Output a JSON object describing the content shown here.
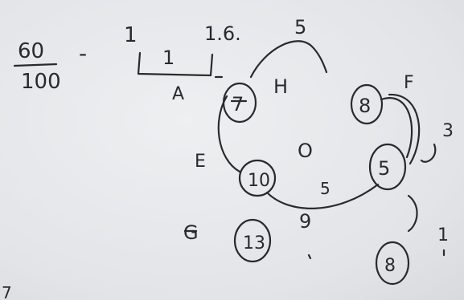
{
  "fraction": {
    "numerator": "60",
    "denominator": "100"
  },
  "dash": "-",
  "ruler": {
    "left": "1",
    "right": "1.6.",
    "middle": "1",
    "label": "A"
  },
  "labels": {
    "arc_weight_top": "5",
    "H": "H",
    "F": "F",
    "E": "E",
    "G": "G",
    "center": "O",
    "weight_bottom": "5",
    "weight_right_top": "3",
    "weight_right_bottom": "1",
    "weight_g13": "9",
    "corner": "7"
  },
  "nodes": {
    "node_7": "7",
    "node_8_top": "8",
    "node_10": "10",
    "node_5": "5",
    "node_13": "13",
    "node_8_bottom": "8"
  },
  "colors": {
    "ink": "#2a2a2e",
    "paper": "#e6e7e9"
  }
}
